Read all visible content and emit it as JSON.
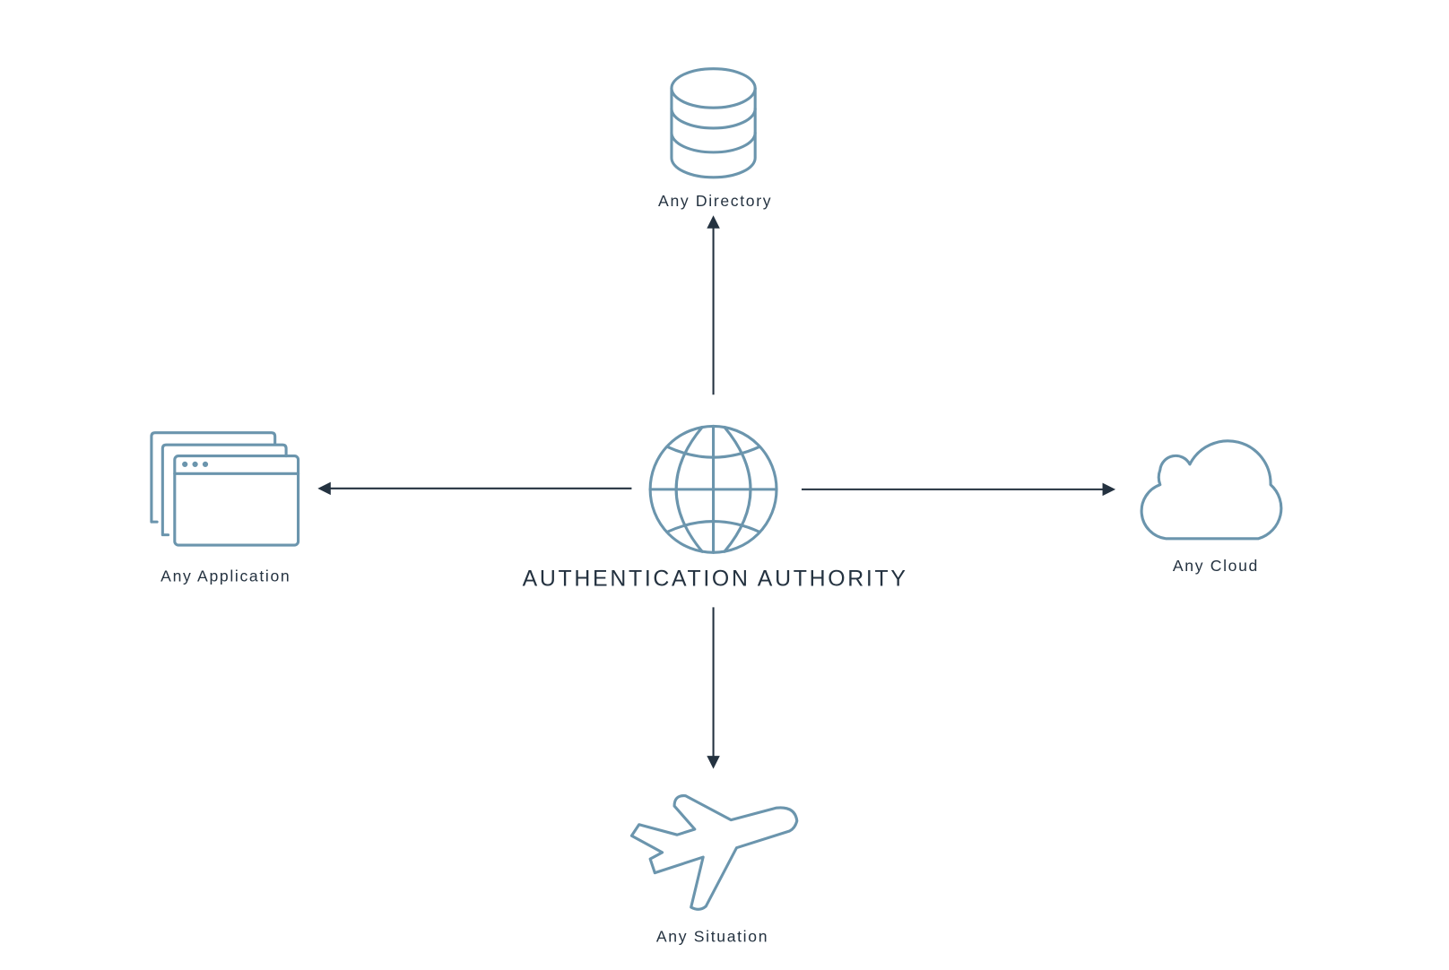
{
  "center": {
    "label": "AUTHENTICATION AUTHORITY",
    "icon": "globe-icon"
  },
  "nodes": {
    "directory": {
      "label": "Any Directory",
      "icon": "database-icon"
    },
    "application": {
      "label": "Any Application",
      "icon": "app-windows-icon"
    },
    "cloud": {
      "label": "Any Cloud",
      "icon": "cloud-icon"
    },
    "situation": {
      "label": "Any Situation",
      "icon": "airplane-icon"
    }
  },
  "colors": {
    "icon": "#6b95ad",
    "text": "#243240"
  }
}
